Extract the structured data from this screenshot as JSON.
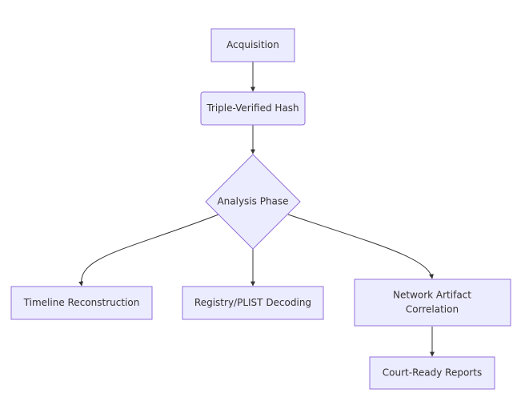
{
  "nodes": {
    "acquisition": {
      "label": "Acquisition"
    },
    "hash": {
      "label": "Triple-Verified Hash"
    },
    "analysis": {
      "label": "Analysis Phase"
    },
    "timeline": {
      "label": "Timeline Reconstruction"
    },
    "registry": {
      "label": "Registry/PLIST Decoding"
    },
    "network": {
      "label_line1": "Network Artifact",
      "label_line2": "Correlation"
    },
    "reports": {
      "label": "Court-Ready Reports"
    }
  },
  "colors": {
    "node_fill": "#ECECFF",
    "node_stroke": "#9370DB",
    "edge": "#333333",
    "text": "#333333"
  }
}
